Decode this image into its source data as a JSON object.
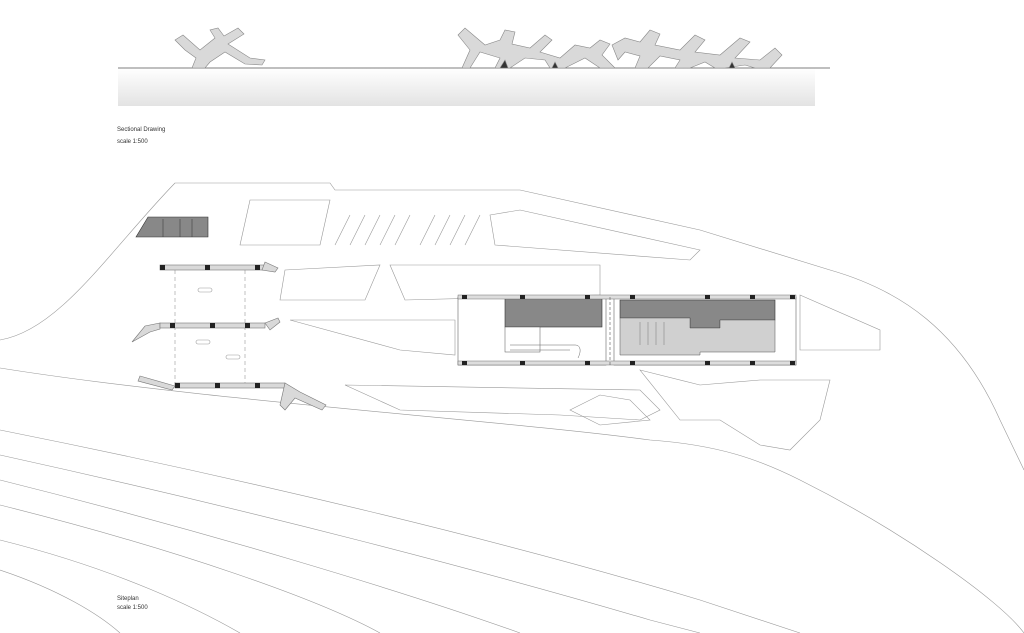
{
  "section": {
    "title": "Sectional Drawing",
    "scale": "scale 1:500"
  },
  "siteplan": {
    "title": "Siteplan",
    "scale": "scale 1:500"
  },
  "colors": {
    "line": "#999999",
    "fill": "#d9d9d9",
    "dark": "#808080",
    "ground": "#e6e6e6"
  }
}
